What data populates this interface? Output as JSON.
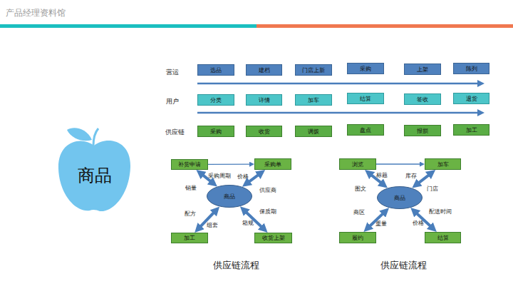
{
  "diagram": {
    "title": "产品经理资料馆",
    "nodes": [
      {
        "text": [
          "选品"
        ]
      },
      {
        "text": [
          "建档"
        ]
      },
      {
        "text": [
          "门店上新"
        ]
      },
      {
        "text": [
          "采购"
        ]
      },
      {
        "text": [
          "上架"
        ]
      },
      {
        "text": [
          "陈列"
        ]
      },
      {
        "text": [
          "分类"
        ]
      },
      {
        "text": [
          "详情"
        ]
      },
      {
        "text": [
          "加车"
        ]
      },
      {
        "text": [
          "结算"
        ]
      },
      {
        "text": [
          "签收"
        ]
      },
      {
        "text": [
          "退货"
        ]
      },
      {
        "text": [
          "采购"
        ]
      },
      {
        "text": [
          "收货"
        ]
      },
      {
        "text": [
          "调拨"
        ]
      },
      {
        "text": [
          "盘点"
        ]
      },
      {
        "text": [
          "报损"
        ]
      },
      {
        "text": [
          "加工"
        ]
      },
      {
        "text": [
          "商品"
        ]
      },
      {
        "text": [
          "补货申请"
        ]
      },
      {
        "text": [
          "采购单"
        ]
      },
      {
        "text": [
          "商品"
        ]
      },
      {
        "text": [
          "加工"
        ]
      },
      {
        "text": [
          "收货上架"
        ]
      },
      {
        "text": [
          "浏览"
        ]
      },
      {
        "text": [
          "加车"
        ]
      },
      {
        "text": [
          "商品"
        ]
      },
      {
        "text": [
          "履约"
        ]
      },
      {
        "text": [
          "结算"
        ]
      }
    ],
    "edges": [
      {
        "from": 19,
        "to": 20,
        "arrow": "to"
      },
      {
        "from": 19,
        "to": 21,
        "arrow": "both"
      },
      {
        "from": 20,
        "to": 21,
        "arrow": "both"
      },
      {
        "from": 22,
        "to": 21,
        "arrow": "both"
      },
      {
        "from": 23,
        "to": 21,
        "arrow": "both"
      },
      {
        "from": 24,
        "to": 25,
        "arrow": "to"
      },
      {
        "from": 24,
        "to": 26,
        "arrow": "both"
      },
      {
        "from": 25,
        "to": 26,
        "arrow": "both"
      },
      {
        "from": 27,
        "to": 26,
        "arrow": "both"
      },
      {
        "from": 28,
        "to": 26,
        "arrow": "both"
      }
    ],
    "labels": [
      "营运",
      "用户",
      "供应链",
      "采购周期",
      "价格",
      "销量",
      "供应商",
      "配方",
      "保质期",
      "组套",
      "箱规",
      "供应链流程",
      "标题",
      "库存",
      "图文",
      "门店",
      "商区",
      "配送时间",
      "重量",
      "价格",
      "供应链流程"
    ]
  }
}
